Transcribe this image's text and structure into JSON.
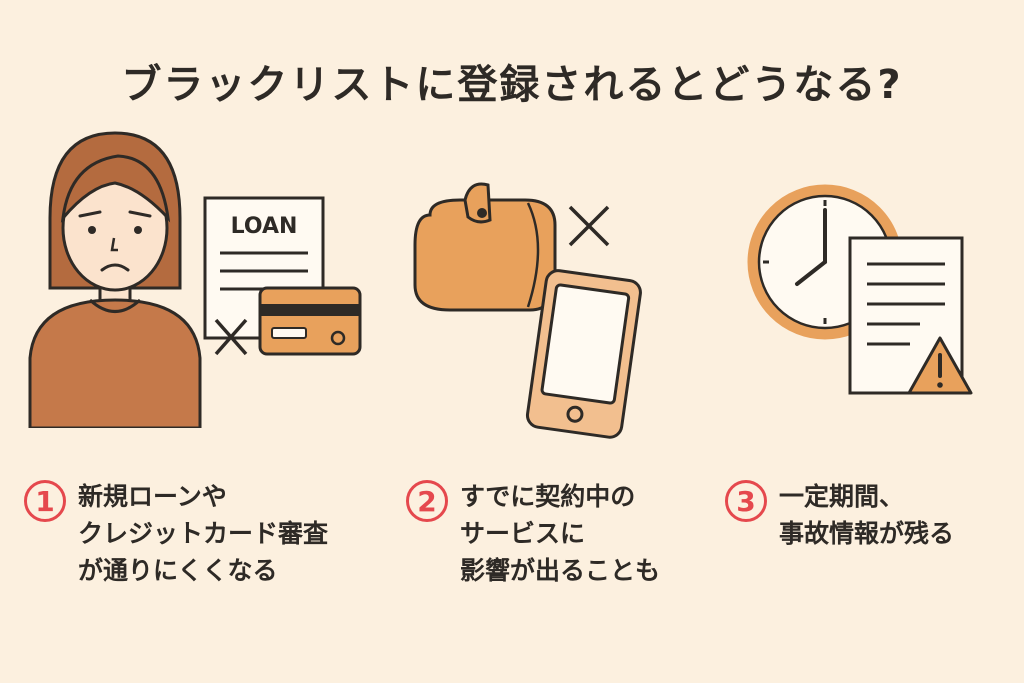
{
  "title": "ブラックリストに登録されるとどうなる?",
  "illustration": {
    "document_label": "LOAN"
  },
  "colors": {
    "accent": "#e5484d",
    "orange": "#e8a15c",
    "background": "#fcf0df"
  },
  "items": [
    {
      "number": "1",
      "lines": [
        "新規ローンや",
        "クレジットカード審査",
        "が通りにくくなる"
      ]
    },
    {
      "number": "2",
      "lines": [
        "すでに契約中の",
        "サービスに",
        "影響が出ることも"
      ]
    },
    {
      "number": "3",
      "lines": [
        "一定期間、",
        "事故情報が残る"
      ]
    }
  ]
}
